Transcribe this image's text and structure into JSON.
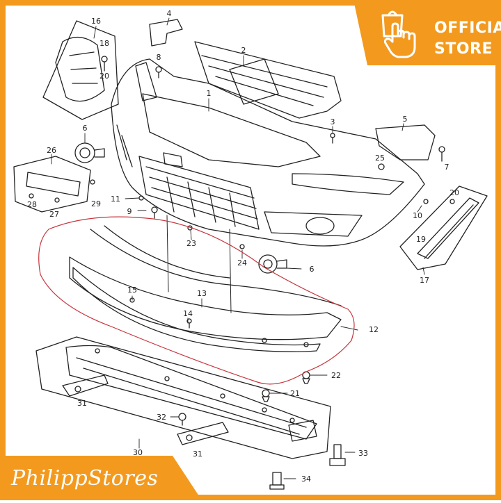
{
  "badge": {
    "line1": "OFFICIAL",
    "line2": "STORE",
    "icon": "hand-bag-icon"
  },
  "store": {
    "name": "PhilippStores"
  },
  "colors": {
    "accent": "#f39a1e",
    "outline": "#c8343c",
    "ink": "#222222"
  },
  "part_labels": {
    "p1": "1",
    "p2": "2",
    "p3": "3",
    "p4": "4",
    "p5": "5",
    "p6a": "6",
    "p6b": "6",
    "p7": "7",
    "p8": "8",
    "p9": "9",
    "p10": "10",
    "p11": "11",
    "p12": "12",
    "p13": "13",
    "p14": "14",
    "p15": "15",
    "p16": "16",
    "p17": "17",
    "p18": "18",
    "p19": "19",
    "p20a": "20",
    "p20b": "20",
    "p21": "21",
    "p22": "22",
    "p23": "23",
    "p24": "24",
    "p25": "25",
    "p26": "26",
    "p27": "27",
    "p28": "28",
    "p29": "29",
    "p30": "30",
    "p31a": "31",
    "p31b": "31",
    "p32": "32",
    "p33": "33",
    "p34": "34"
  }
}
